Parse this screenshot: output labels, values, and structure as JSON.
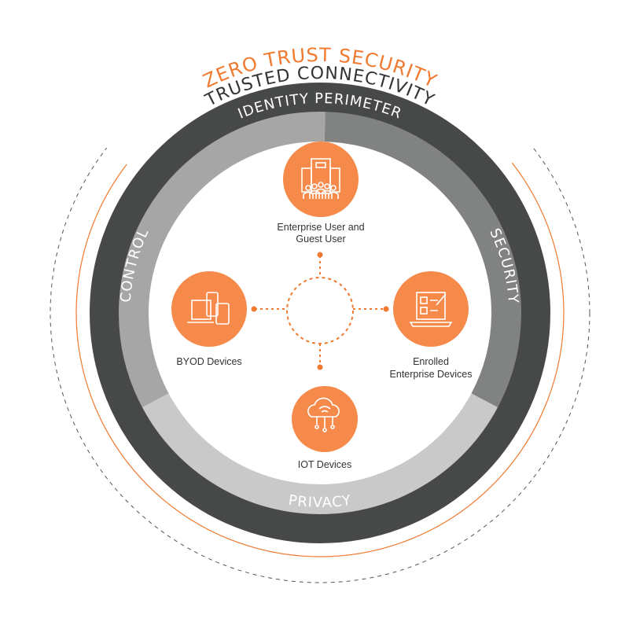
{
  "title": "ZERO TRUST SECURITY",
  "subtitle": "TRUSTED CONNECTIVITY",
  "outer_ring": "IDENTITY PERIMETER",
  "segments": {
    "control": "CONTROL",
    "security": "SECURITY",
    "privacy": "PRIVACY"
  },
  "nodes": {
    "top": {
      "line1": "Enterprise User and",
      "line2": "Guest User",
      "icon": "enterprise-users-icon"
    },
    "left": {
      "line1": "BYOD Devices",
      "icon": "devices-icon"
    },
    "right": {
      "line1": "Enrolled",
      "line2": "Enterprise Devices",
      "icon": "laptop-checklist-icon"
    },
    "bottom": {
      "line1": "IOT Devices",
      "icon": "cloud-wifi-icon"
    }
  },
  "colors": {
    "orange": "#f58a4b",
    "accent": "#f07a30",
    "dark": "#474948",
    "gray1": "#a6a6a6",
    "gray2": "#818282",
    "gray3": "#c9c9c9"
  }
}
